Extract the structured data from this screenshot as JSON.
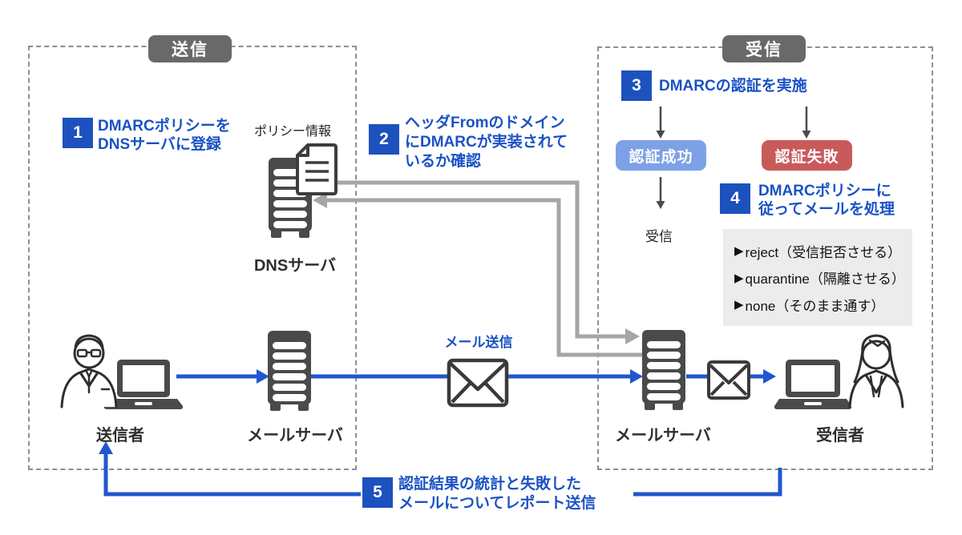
{
  "send_section": {
    "label": "送信"
  },
  "receive_section": {
    "label": "受信"
  },
  "steps": [
    {
      "num": "1",
      "lines": [
        "DMARCポリシーを",
        "DNSサーバに登録"
      ]
    },
    {
      "num": "2",
      "lines": [
        "ヘッダFromのドメイン",
        "にDMARCが実装されて",
        "いるか確認"
      ]
    },
    {
      "num": "3",
      "lines": [
        "DMARCの認証を実施"
      ]
    },
    {
      "num": "4",
      "lines": [
        "DMARCポリシーに",
        "従ってメールを処理"
      ]
    },
    {
      "num": "5",
      "lines": [
        "認証結果の統計と失敗した",
        "メールについてレポート送信"
      ]
    }
  ],
  "labels": {
    "policy_info": "ポリシー情報",
    "dns_server": "DNSサーバ",
    "sender": "送信者",
    "mail_server_send": "メールサーバ",
    "mail_server_receive": "メールサーバ",
    "receiver": "受信者",
    "mail_send": "メール送信",
    "receive_result": "受信",
    "auth_success": "認証成功",
    "auth_fail": "認証失敗"
  },
  "policy_panel": {
    "bullet": "▶",
    "items": [
      "reject（受信拒否させる）",
      "quarantine（隔離させる）",
      "none（そのまま通す）"
    ]
  },
  "colors": {
    "accent_blue": "#1a52c4",
    "badge_blue": "#1d51be",
    "success_blue": "#7da1e6",
    "fail_red": "#c95a5a",
    "server_gray": "#4a4a4a",
    "arrow_gray": "#a6a6a6",
    "panel_gray": "#ececec",
    "pill_gray": "#696969"
  }
}
